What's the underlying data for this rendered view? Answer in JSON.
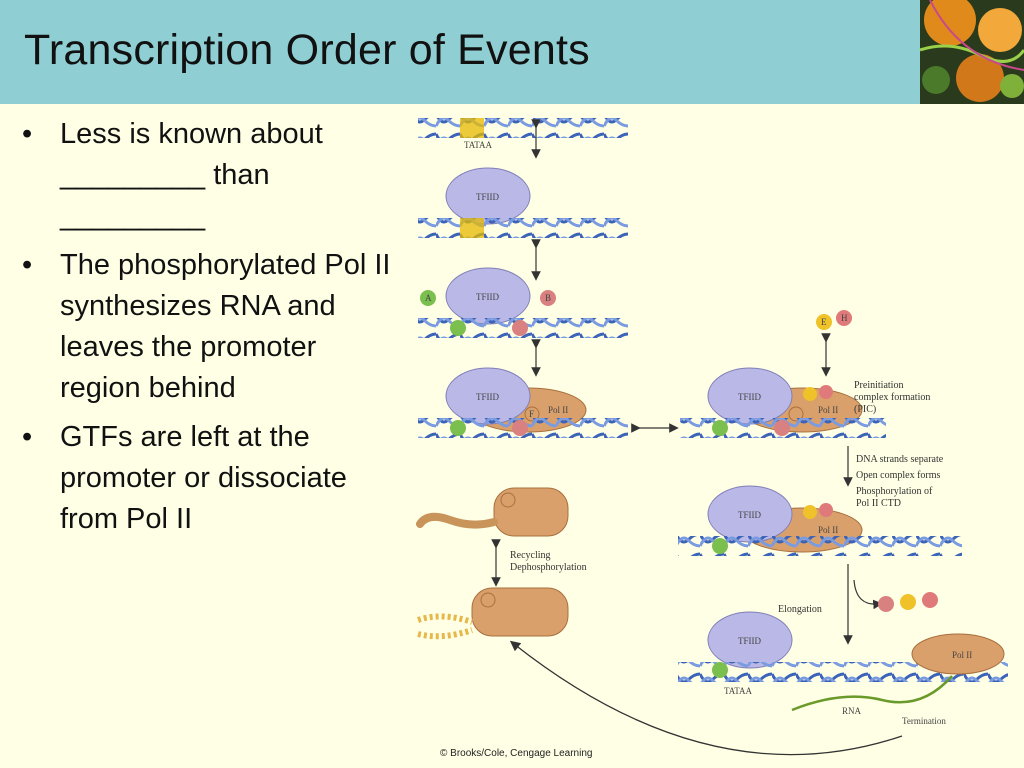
{
  "slide": {
    "title": "Transcription Order of Events",
    "bullets": [
      "Less is known about _________ than _________",
      "The phosphorylated Pol II synthesizes RNA and leaves the promoter region behind",
      "GTFs are left at the promoter or dissociate from Pol II"
    ],
    "bullet_glyph": "•"
  },
  "diagram": {
    "labels": {
      "tataa_top": "TATAA",
      "tfiid": "TFIID",
      "pol2": "Pol II",
      "factor_a": "A",
      "factor_b": "B",
      "factor_e": "E",
      "factor_f": "F",
      "factor_h": "H",
      "pic_line1": "Preinitiation",
      "pic_line2": "complex formation",
      "pic_line3": "(PIC)",
      "open_line1": "DNA strands separate",
      "open_line2": "Open complex forms",
      "open_line3": "Phosphorylation of",
      "open_line4": "Pol II CTD",
      "recycle_line1": "Recycling",
      "recycle_line2": "Dephosphorylation",
      "elongation": "Elongation",
      "tataa_bottom": "TATAA",
      "rna": "RNA",
      "termination": "Termination"
    },
    "credit": "© Brooks/Cole, Cengage Learning"
  },
  "colors": {
    "header": "#8fcfd4",
    "background": "#ffffe6",
    "dna": "#3b63b7",
    "tata": "#e6b800",
    "tfiid": "#b9b8e6",
    "pol2": "#d9a06b",
    "factor_a": "#7bbf4e",
    "factor_b": "#d98080",
    "factor_e": "#f0c22a",
    "factor_f": "#d9a06b",
    "factor_h": "#e07a7a"
  }
}
